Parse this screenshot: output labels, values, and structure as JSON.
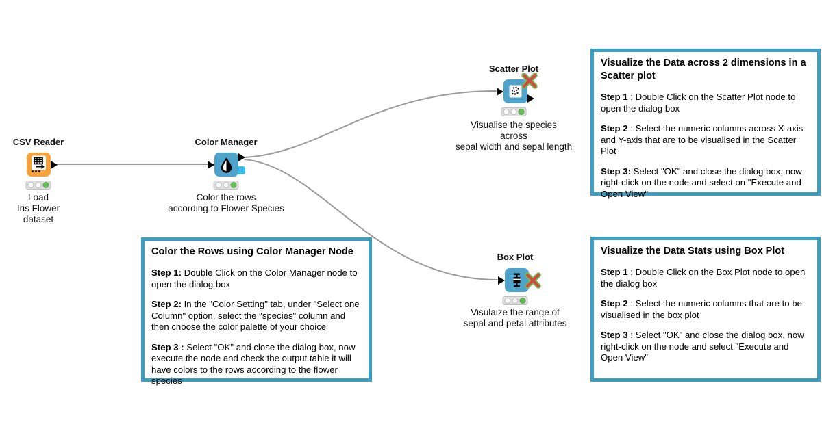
{
  "colors": {
    "node_orange": "#F7A13C",
    "node_blue": "#4FA3CB",
    "port_tab_cyan": "#38BEE9",
    "annotation_border": "#3E9EC2",
    "connector_gray": "#9B9B9B",
    "status_green": "#65BE57"
  },
  "nodes": [
    {
      "title": "CSV Reader",
      "caption": "Load\nIris Flower\ndataset",
      "icon": "table-reader-icon",
      "status": "executed"
    },
    {
      "title": "Color Manager",
      "caption": "Color the rows\naccording to Flower Species",
      "icon": "color-drop-icon",
      "status": "executed"
    },
    {
      "title": "Scatter Plot",
      "caption": "Visualise the species\nacross\nsepal width and sepal length",
      "icon": "scatter-icon",
      "status": "executed"
    },
    {
      "title": "Box Plot",
      "caption": "Visulaize the range of\nsepal and petal attributes",
      "icon": "box-plot-icon",
      "status": "executed"
    }
  ],
  "annotations": [
    {
      "title": "Visualize the Data across 2 dimensions in a Scatter plot",
      "steps": [
        {
          "label": "Step 1",
          "sep": " : ",
          "text": "Double Click on the Scatter Plot node to open the dialog box"
        },
        {
          "label": "Step 2",
          "sep": " : ",
          "text": "Select the numeric columns across X-axis and Y-axis that are to be visualised in the Scatter Plot"
        },
        {
          "label": "Step 3:",
          "sep": " ",
          "text": "Select \"OK\" and close the dialog box, now right-click on the node and select on \"Execute and Open View\""
        }
      ]
    },
    {
      "title": "Color the Rows using Color Manager Node",
      "steps": [
        {
          "label": "Step 1:",
          "sep": " ",
          "text": "Double Click on the Color Manager node to open the dialog box"
        },
        {
          "label": "Step 2:",
          "sep": " ",
          "text": "In the \"Color Setting\" tab, under \"Select one Column\" option, select the \"species\" column and then choose the color palette of your choice"
        },
        {
          "label": "Step 3 :",
          "sep": " ",
          "text": "Select \"OK\" and close the dialog box, now execute the node and check the output table it will have colors to the rows according to the flower species"
        }
      ]
    },
    {
      "title": "Visualize the Data Stats using Box Plot",
      "steps": [
        {
          "label": "Step 1",
          "sep": " : ",
          "text": "Double Click on the Box Plot node to open the dialog box"
        },
        {
          "label": "Step 2",
          "sep": " : ",
          "text": "Select the numeric columns that are to be visualised in the box plot"
        },
        {
          "label": "Step 3",
          "sep": " : ",
          "text": "Select \"OK\" and close the dialog box, now right-click on the node and select  \"Execute and Open View\""
        }
      ]
    }
  ]
}
